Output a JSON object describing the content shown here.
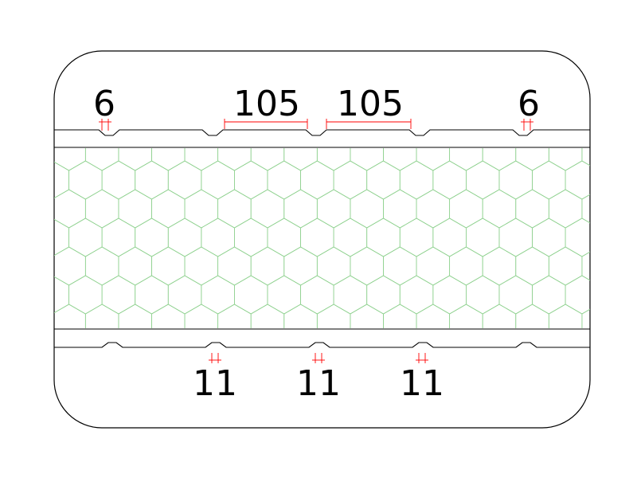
{
  "drawing": {
    "colors": {
      "outline": "#000000",
      "dimension": "#ff0000",
      "core_hatch": "#8fd18f"
    },
    "top_dimensions": [
      {
        "id": "top-left-6",
        "label": "6"
      },
      {
        "id": "top-105-a",
        "label": "105"
      },
      {
        "id": "top-105-b",
        "label": "105"
      },
      {
        "id": "top-right-6",
        "label": "6"
      }
    ],
    "bottom_dimensions": [
      {
        "id": "bottom-11-a",
        "label": "11"
      },
      {
        "id": "bottom-11-b",
        "label": "11"
      },
      {
        "id": "bottom-11-c",
        "label": "11"
      }
    ]
  }
}
